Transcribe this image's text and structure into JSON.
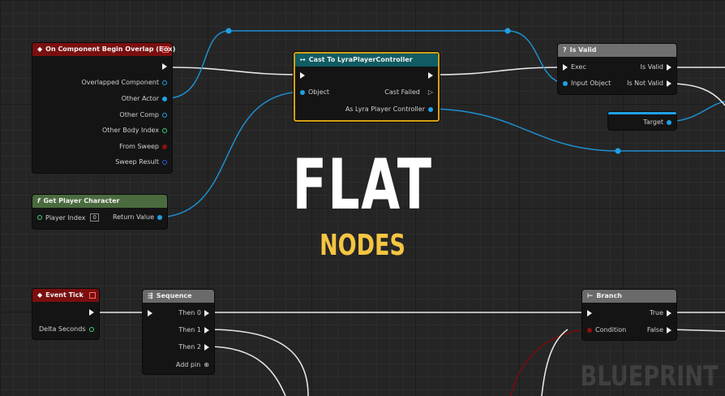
{
  "nodes": {
    "overlap": {
      "title": "On Component Begin Overlap (Box)",
      "pins": [
        "Overlapped Component",
        "Other Actor",
        "Other Comp",
        "Other Body Index",
        "From Sweep",
        "Sweep Result"
      ]
    },
    "cast": {
      "title": "Cast To LyraPlayerController",
      "object_label": "Object",
      "cast_failed_label": "Cast Failed",
      "as_label": "As Lyra Player Controller"
    },
    "isvalid": {
      "title": "Is Valid",
      "exec_label": "Exec",
      "input_label": "Input Object",
      "valid_label": "Is Valid",
      "notvalid_label": "Is Not Valid"
    },
    "target": {
      "label": "Target"
    },
    "getplayer": {
      "title": "Get Player Character",
      "index_label": "Player Index",
      "index_value": "0",
      "return_label": "Return Value"
    },
    "eventtick": {
      "title": "Event Tick",
      "delta_label": "Delta Seconds"
    },
    "sequence": {
      "title": "Sequence",
      "then0": "Then 0",
      "then1": "Then 1",
      "then2": "Then 2",
      "addpin": "Add pin"
    },
    "branch": {
      "title": "Branch",
      "condition_label": "Condition",
      "true_label": "True",
      "false_label": "False"
    }
  },
  "headline": {
    "line1": "FLAT",
    "line2": "NODES"
  },
  "watermark": "BLUEPRINT",
  "colors": {
    "event_header": "#7a0f0f",
    "cast_header": "#0f5c63",
    "cast_border": "#d4a017",
    "function_header": "#4a6b3e",
    "sequence_header": "#6a6a6a",
    "isvalid_header": "#6f6f6f",
    "object_pin": "#1fa0e6",
    "float_pin": "#3ad27a",
    "bool_pin": "#8c1010",
    "title_yellow": "#f5c542"
  }
}
